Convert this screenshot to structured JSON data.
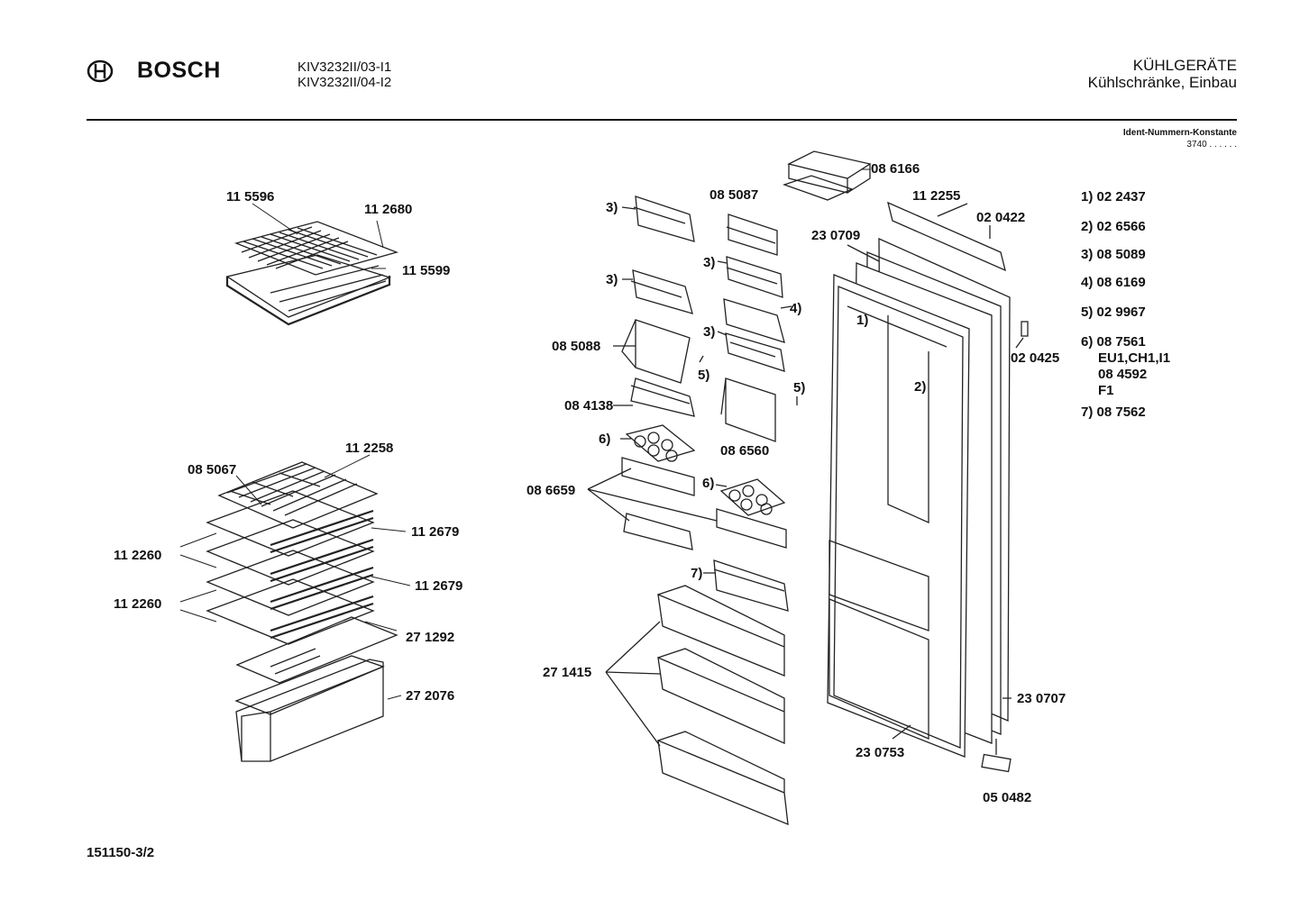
{
  "header": {
    "brand": "BOSCH",
    "models": [
      "KIV3232II/03-I1",
      "KIV3232II/04-I2"
    ],
    "category_title": "KÜHLGERÄTE",
    "category_subtitle": "Kühlschränke, Einbau",
    "ident_label": "Ident-Nummern-Konstante",
    "ident_value": "3740  . .   . . . ."
  },
  "part_labels": {
    "p115596": "11 5596",
    "p112680": "11 2680",
    "p115599": "11 5599",
    "p112258": "11 2258",
    "p085067": "08 5067",
    "p112679a": "11 2679",
    "p112679b": "11 2679",
    "p112260a": "11 2260",
    "p112260b": "11 2260",
    "p271292": "27 1292",
    "p272076": "27 2076",
    "p3a": "3)",
    "p3b": "3)",
    "p3c": "3)",
    "p3d": "3)",
    "p085087": "08 5087",
    "p4": "4)",
    "p085088": "08 5088",
    "p5a": "5)",
    "p5b": "5)",
    "p084138": "08 4138",
    "p086560": "08 6560",
    "p6a": "6)",
    "p6b": "6)",
    "p086659": "08 6659",
    "p7": "7)",
    "p271415": "27 1415",
    "p086166": "08 6166",
    "p112255": "11 2255",
    "p020422": "02 0422",
    "p230709": "23 0709",
    "p1": "1)",
    "p2": "2)",
    "p020425": "02 0425",
    "p230707": "23 0707",
    "p230753": "23 0753",
    "p050482": "05 0482"
  },
  "notes": [
    {
      "key": "1)",
      "value": "02 2437"
    },
    {
      "key": "2)",
      "value": "02 6566"
    },
    {
      "key": "3)",
      "value": "08 5089"
    },
    {
      "key": "4)",
      "value": "08 6169"
    },
    {
      "key": "5)",
      "value": "02 9967"
    },
    {
      "key": "6)",
      "value": "08 7561"
    },
    {
      "key": "",
      "value": "EU1,CH1,I1"
    },
    {
      "key": "",
      "value": "08 4592"
    },
    {
      "key": "",
      "value": "F1"
    },
    {
      "key": "7)",
      "value": "08 7562"
    }
  ],
  "footer": {
    "drawing_number": "151150-3/2"
  },
  "icons": [
    "bosch-logo-icon"
  ]
}
